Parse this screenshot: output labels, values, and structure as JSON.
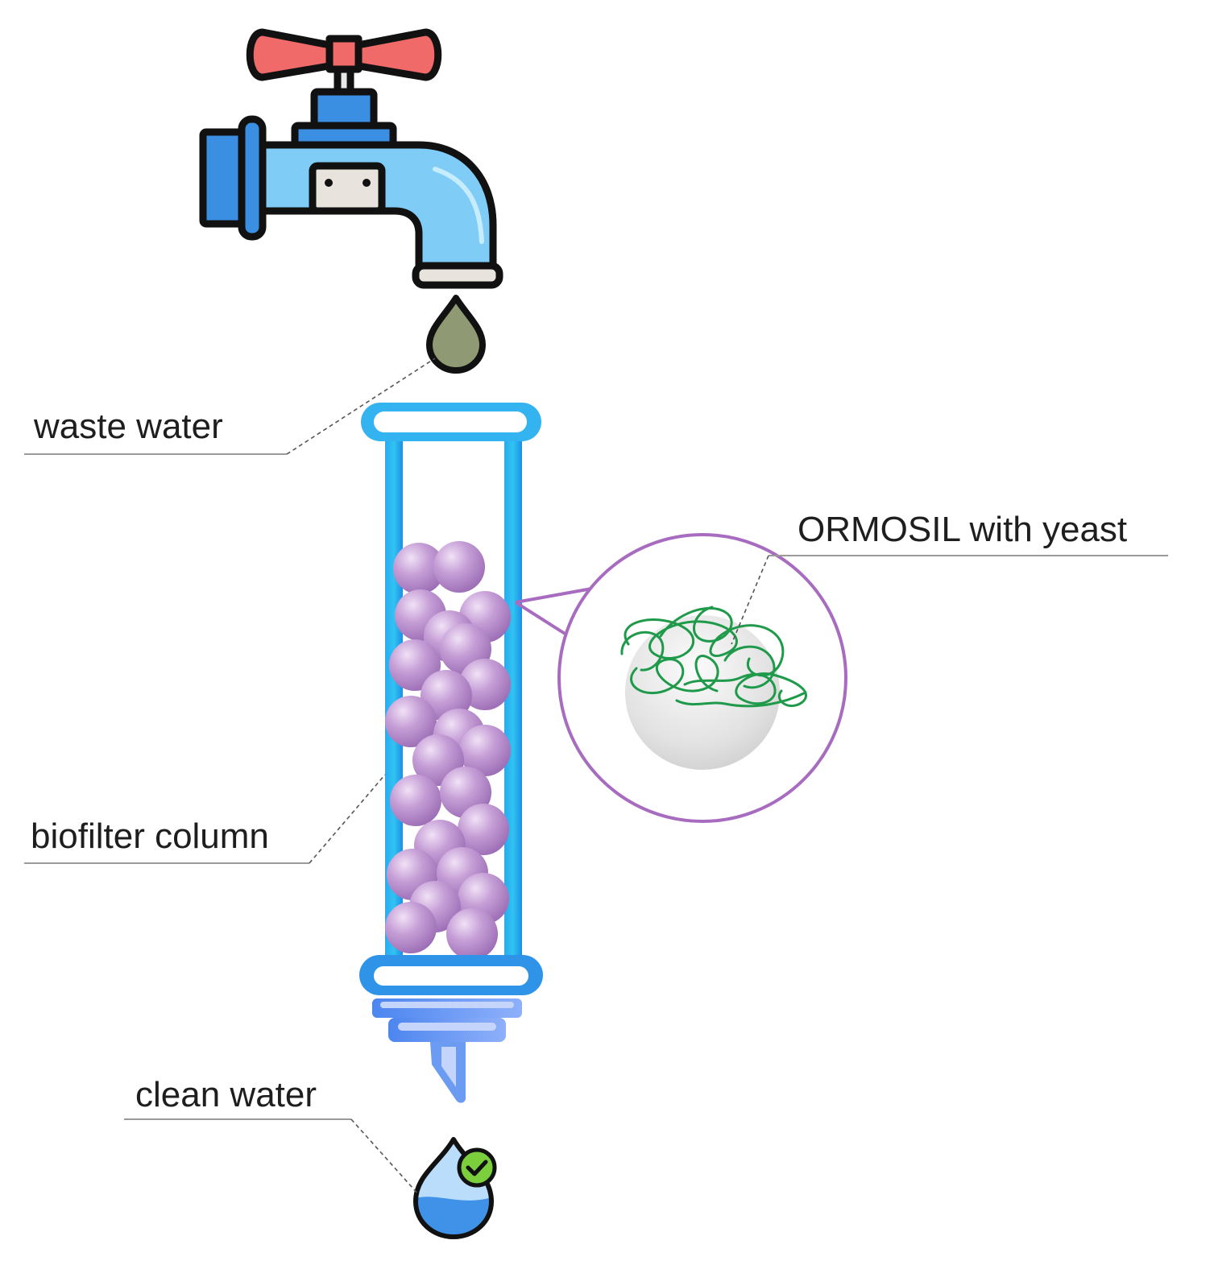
{
  "labels": {
    "waste_water": "waste water",
    "biofilter_column": "biofilter column",
    "clean_water": "clean water",
    "ormosil_with_yeast": "ORMOSIL with yeast"
  },
  "colors": {
    "tap_handle": "#f06a6a",
    "tap_body": "#7fcdf7",
    "tap_body_dark": "#3a8fe3",
    "waste_drop": "#8f9a74",
    "column_glass": "#33b3f0",
    "beads": "#b98ccc",
    "magnifier_ring": "#a76cc0",
    "yeast_strands": "#1f9a4a",
    "clean_drop": "#4aa3ee",
    "check_badge": "#7ccf3c"
  },
  "icons": {
    "tap": "water-tap-icon",
    "waste_drop": "waste-water-drop-icon",
    "column": "biofilter-column-icon",
    "clean_drop": "clean-water-drop-icon",
    "check": "check-badge-icon"
  }
}
